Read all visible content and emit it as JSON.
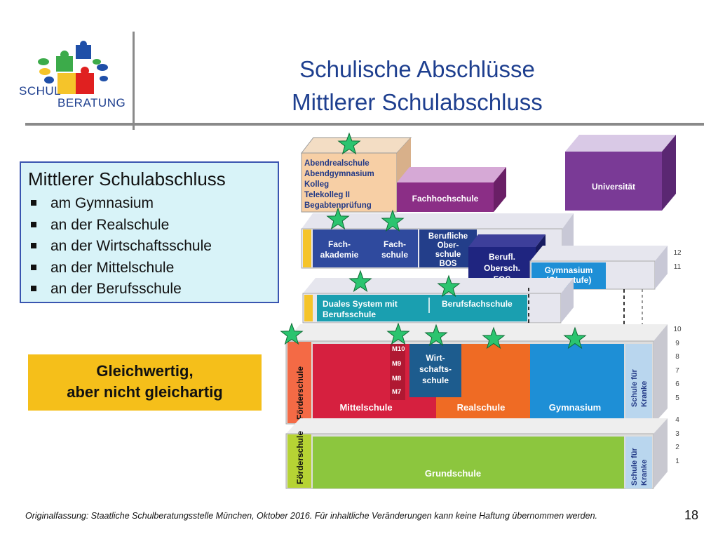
{
  "logo": {
    "line1": "SCHUL",
    "line2": "BERATUNG"
  },
  "title": {
    "line1": "Schulische Abschlüsse",
    "line2": "Mittlerer Schulabschluss"
  },
  "infobox": {
    "heading": "Mittlerer Schulabschluss",
    "items": [
      "am Gymnasium",
      "an der Realschule",
      "an der Wirtschaftsschule",
      "an der Mittelschule",
      "an der Berufsschule"
    ]
  },
  "highlight": {
    "line1": "Gleichwertig,",
    "line2": "aber nicht gleichartig"
  },
  "diagram": {
    "abendschule": [
      "Abendrealschule",
      "Abendgymnasium",
      "Kolleg",
      "Telekolleg II",
      "Begabtenprüfung"
    ],
    "fachhochschule": "Fachhochschule",
    "universitaet": "Universität",
    "fachakademie": [
      "Fach-",
      "akademie"
    ],
    "fachschule": [
      "Fach-",
      "schule"
    ],
    "bos": [
      "Berufliche",
      "Ober-",
      "schule",
      "BOS"
    ],
    "fos": [
      "Berufl.",
      "Obersch.",
      "FOS"
    ],
    "gym_oberstufe": [
      "Gymnasium",
      "(Oberstufe)"
    ],
    "duales": [
      "Duales System mit",
      "Berufsschule"
    ],
    "berufsfachschule": "Berufsfachschule",
    "m_levels": [
      "M10",
      "M9",
      "M8",
      "M7"
    ],
    "wirtschaftsschule": [
      "Wirt-",
      "schafts-",
      "schule"
    ],
    "mittelschule": "Mittelschule",
    "realschule": "Realschule",
    "gymnasium": "Gymnasium",
    "schule_kranke": [
      "Schule für",
      "Kranke"
    ],
    "foerderschule": "Förderschule",
    "grundschule": "Grundschule",
    "grades": [
      "12",
      "11",
      "10",
      "9",
      "8",
      "7",
      "6",
      "5",
      "4",
      "3",
      "2",
      "1"
    ]
  },
  "colors": {
    "title": "#1e3f8f",
    "star": "#2bc46f",
    "highlight": "#f5bf1a",
    "infobox_bg": "#d8f3f8"
  },
  "footer": "Originalfassung: Staatliche Schulberatungsstelle München, Oktober 2016.  Für inhaltliche Veränderungen kann keine Haftung übernommen werden.",
  "page_number": "18"
}
